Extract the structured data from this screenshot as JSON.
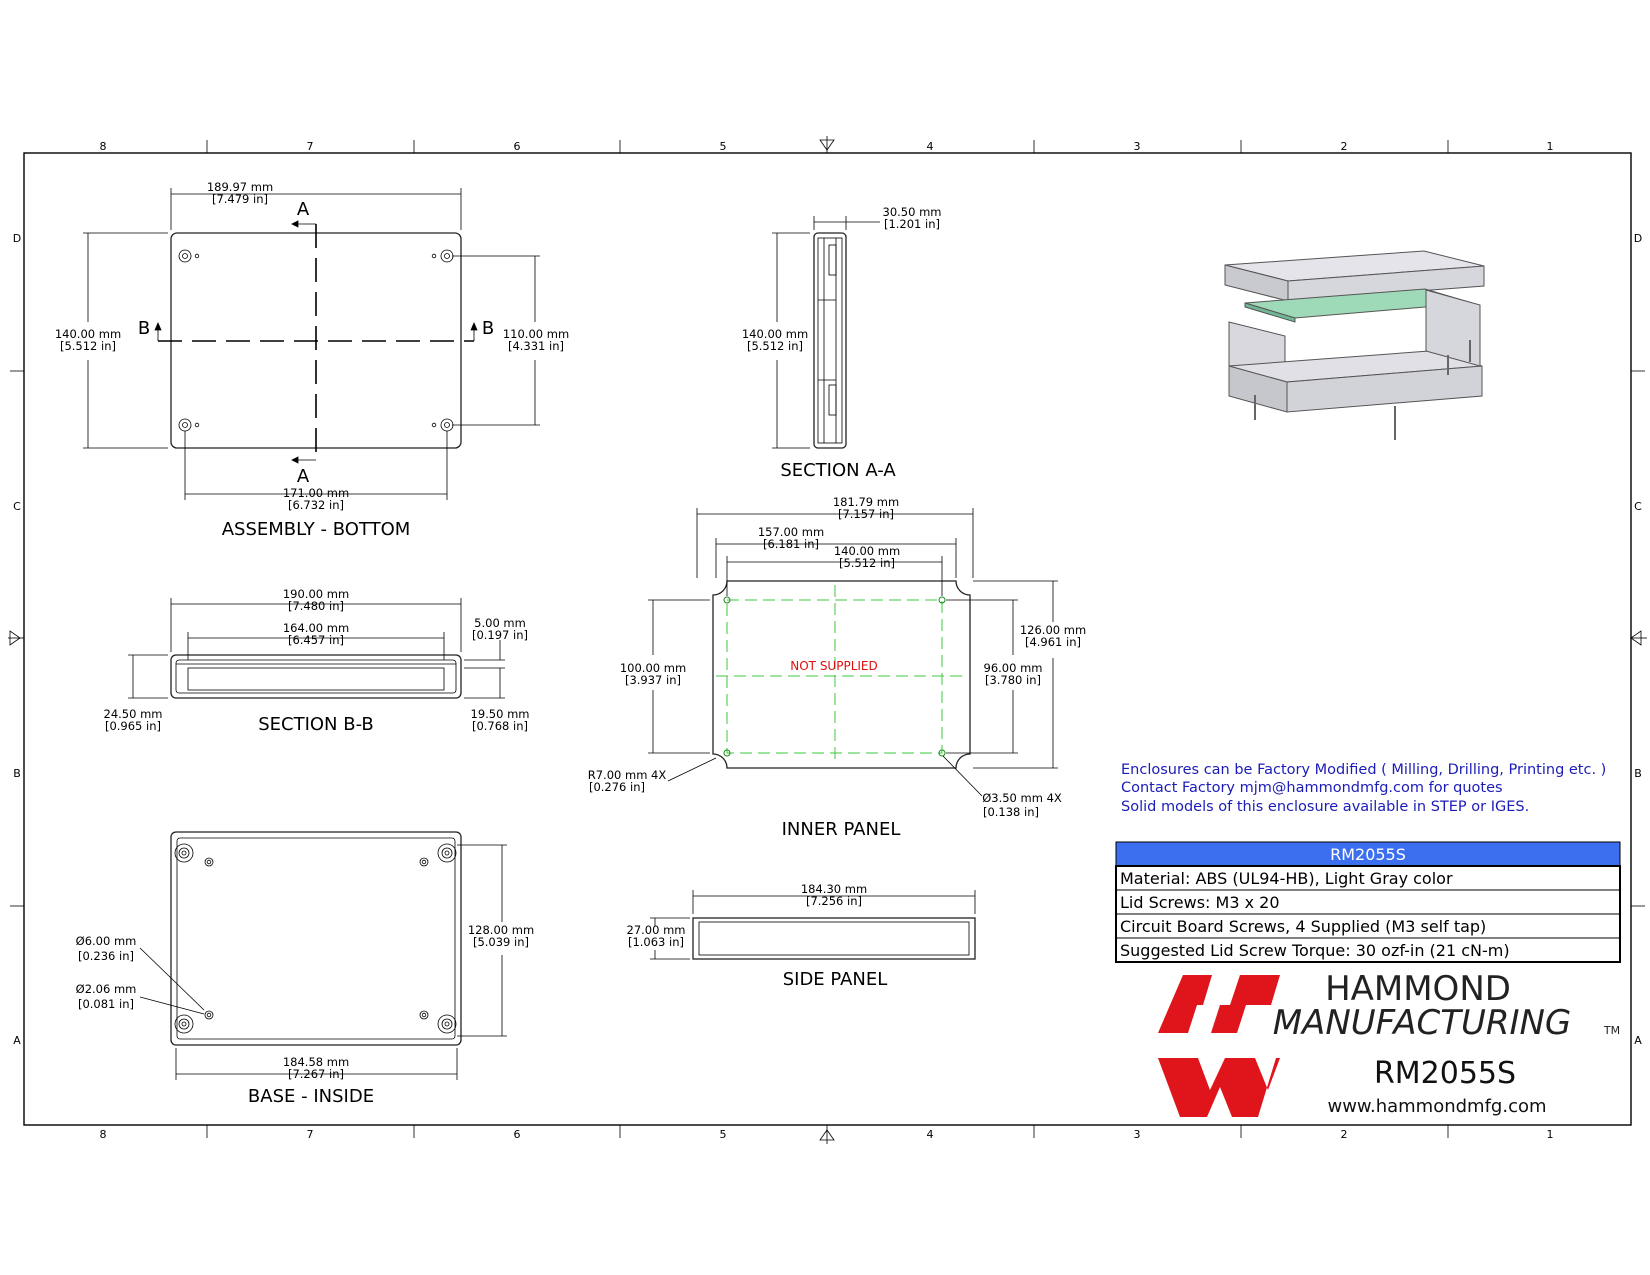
{
  "zones": {
    "columns": [
      "8",
      "7",
      "6",
      "5",
      "4",
      "3",
      "2",
      "1"
    ],
    "rows": [
      "D",
      "C",
      "B",
      "A"
    ]
  },
  "assembly_bottom": {
    "title": "ASSEMBLY - BOTTOM",
    "section_a": "A",
    "section_b": "B",
    "width": {
      "mm": "189.97 mm",
      "in": "[7.479 in]"
    },
    "height": {
      "mm": "140.00 mm",
      "in": "[5.512 in]"
    },
    "hole_v": {
      "mm": "110.00 mm",
      "in": "[4.331 in]"
    },
    "hole_h": {
      "mm": "171.00 mm",
      "in": "[6.732 in]"
    }
  },
  "section_aa": {
    "title": "SECTION A-A",
    "depth": {
      "mm": "30.50 mm",
      "in": "[1.201 in]"
    },
    "height": {
      "mm": "140.00 mm",
      "in": "[5.512 in]"
    }
  },
  "section_bb": {
    "title": "SECTION B-B",
    "outer": {
      "mm": "190.00 mm",
      "in": "[7.480 in]"
    },
    "inner": {
      "mm": "164.00 mm",
      "in": "[6.457 in]"
    },
    "lip": {
      "mm": "5.00 mm",
      "in": "[0.197 in]"
    },
    "height": {
      "mm": "24.50 mm",
      "in": "[0.965 in]"
    },
    "base": {
      "mm": "19.50 mm",
      "in": "[0.768 in]"
    }
  },
  "inner_panel": {
    "title": "INNER PANEL",
    "note": "NOT SUPPLIED",
    "w1": {
      "mm": "181.79 mm",
      "in": "[7.157 in]"
    },
    "w2": {
      "mm": "157.00 mm",
      "in": "[6.181 in]"
    },
    "w3": {
      "mm": "140.00 mm",
      "in": "[5.512 in]"
    },
    "h1": {
      "mm": "126.00 mm",
      "in": "[4.961 in]"
    },
    "h2": {
      "mm": "100.00 mm",
      "in": "[3.937 in]"
    },
    "h3": {
      "mm": "96.00 mm",
      "in": "[3.780 in]"
    },
    "radius": {
      "mm": "R7.00 mm 4X",
      "in": "[0.276 in]"
    },
    "hole": {
      "mm": "Ø3.50 mm 4X",
      "in": "[0.138 in]"
    }
  },
  "base_inside": {
    "title": "BASE - INSIDE",
    "boss": {
      "mm": "Ø6.00 mm",
      "in": "[0.236 in]"
    },
    "hole": {
      "mm": "Ø2.06 mm",
      "in": "[0.081 in]"
    },
    "height": {
      "mm": "128.00 mm",
      "in": "[5.039 in]"
    },
    "width": {
      "mm": "184.58 mm",
      "in": "[7.267 in]"
    }
  },
  "side_panel": {
    "title": "SIDE PANEL",
    "width": {
      "mm": "184.30 mm",
      "in": "[7.256 in]"
    },
    "height": {
      "mm": "27.00 mm",
      "in": "[1.063 in]"
    }
  },
  "notes": [
    "Enclosures can be Factory Modified ( Milling, Drilling, Printing etc. )",
    "Contact Factory mjm@hammondmfg.com for quotes",
    "Solid models of this enclosure available in STEP or IGES."
  ],
  "spec_table": {
    "header": "RM2055S",
    "rows": [
      "Material: ABS (UL94-HB),  Light Gray color",
      "Lid Screws: M3 x 20",
      "Circuit Board Screws, 4 Supplied (M3 self tap)",
      "Suggested Lid Screw Torque: 30 ozf-in (21 cN-m)"
    ]
  },
  "brand": {
    "line1": "HAMMOND",
    "line2": "MANUFACTURING",
    "tm": "TM",
    "part": "RM2055S",
    "url": "www.hammondmfg.com",
    "logo_color": "#e0151b"
  },
  "colors": {
    "note_blue": "#1c1cb8",
    "table_header": "#3b6ff0",
    "panel_green": "#3ec93e",
    "not_supplied": "#e01010"
  }
}
